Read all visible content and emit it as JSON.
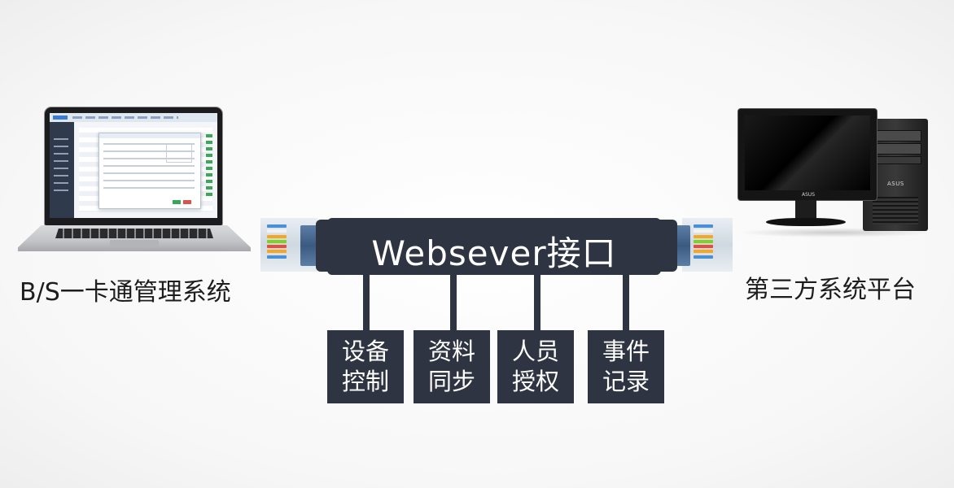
{
  "interface": {
    "title": "Websever接口"
  },
  "left_system": {
    "label": "B/S一卡通管理系统"
  },
  "right_system": {
    "label": "第三方系统平台",
    "monitor_brand": "ASUS",
    "tower_brand": "ASUS"
  },
  "functions": [
    {
      "line1": "设备",
      "line2": "控制"
    },
    {
      "line1": "资料",
      "line2": "同步"
    },
    {
      "line1": "人员",
      "line2": "授权"
    },
    {
      "line1": "事件",
      "line2": "记录"
    }
  ],
  "colors": {
    "bar": "#2e3441",
    "text_on_bar": "#ffffff",
    "label_text": "#1d1d1d",
    "wires": [
      "#4a90d9",
      "#f2f2f2",
      "#f5a623",
      "#7ed321",
      "#e74c3c",
      "#f5a623",
      "#4a90d9"
    ]
  }
}
